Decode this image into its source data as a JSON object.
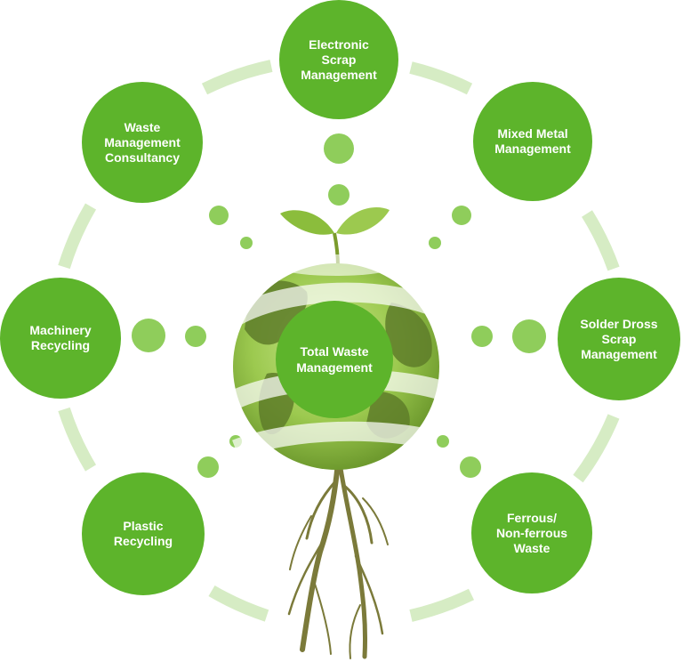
{
  "center": {
    "label": "Total Waste\nManagement"
  },
  "nodes": [
    {
      "id": "electronic-scrap",
      "label": "Electronic\nScrap\nManagement"
    },
    {
      "id": "mixed-metal",
      "label": "Mixed Metal\nManagement"
    },
    {
      "id": "solder-dross",
      "label": "Solder Dross\nScrap\nManagement"
    },
    {
      "id": "ferrous",
      "label": "Ferrous/\nNon-ferrous\nWaste"
    },
    {
      "id": "plastic",
      "label": "Plastic\nRecycling"
    },
    {
      "id": "machinery",
      "label": "Machinery\nRecycling"
    },
    {
      "id": "consultancy",
      "label": "Waste\nManagement\nConsultancy"
    }
  ],
  "colors": {
    "node": "#5db42b",
    "ring": "#d6ecc4",
    "dot": "#8fcd5b",
    "globe_light": "#a8d461",
    "globe_dark": "#5e7d2a",
    "root": "#7b7a3a",
    "leaf": "#8bbd3c"
  }
}
